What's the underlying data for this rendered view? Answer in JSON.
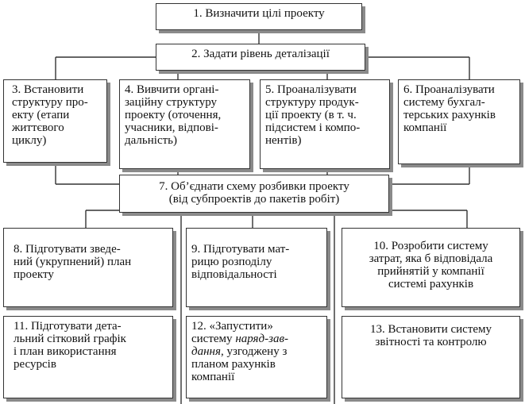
{
  "diagram": {
    "steps": [
      {
        "id": "s1",
        "text": "1. Визначити цілі проекту"
      },
      {
        "id": "s2",
        "text": "2. Задати рівень деталізації"
      },
      {
        "id": "s3",
        "text": "3. Встановити\nструктуру про-\nекту (етапи\nжиттєвого\nциклу)"
      },
      {
        "id": "s4",
        "text": "4. Вивчити органі-\nзаційну структуру\nпроекту (оточення,\nучасники, відпові-\nдальність)"
      },
      {
        "id": "s5",
        "text": "5. Проаналізувати\nструктуру продук-\nції проекту (в т. ч.\nпідсистем і компо-\nнентів)"
      },
      {
        "id": "s6",
        "text": "6. Проаналізувати\nсистему бухгал-\nтерських рахунків\nкомпанії"
      },
      {
        "id": "s7",
        "text": "7. Об’єднати схему розбивки проекту\n(від субпроектів до пакетів робіт)"
      },
      {
        "id": "s8",
        "text": "8. Підготувати зведе-\nний (укрупнений) план\nпроекту"
      },
      {
        "id": "s9",
        "text": "9. Підготувати мат-\nрицю розподілу\nвідповідальності"
      },
      {
        "id": "s10",
        "text": "10. Розробити систему\nзатрат, яка б відповідала\nприйнятій у компанії\nсистемі рахунків"
      },
      {
        "id": "s11",
        "text": "11. Підготувати дета-\nльний сітковий графік\nі план використання\nресурсів"
      },
      {
        "id": "s12a",
        "text": "12. «Запустити»\nсистему "
      },
      {
        "id": "s12b",
        "text": "наряд-зав-\nдання"
      },
      {
        "id": "s12c",
        "text": ", узгоджену з\nпланом рахунків\nкомпанії"
      },
      {
        "id": "s13",
        "text": "13. Встановити систему\nзвітності та контролю"
      }
    ],
    "colors": {
      "border": "#333333",
      "shadow": "#8a8a8a",
      "line": "#333333",
      "background": "#ffffff"
    }
  }
}
